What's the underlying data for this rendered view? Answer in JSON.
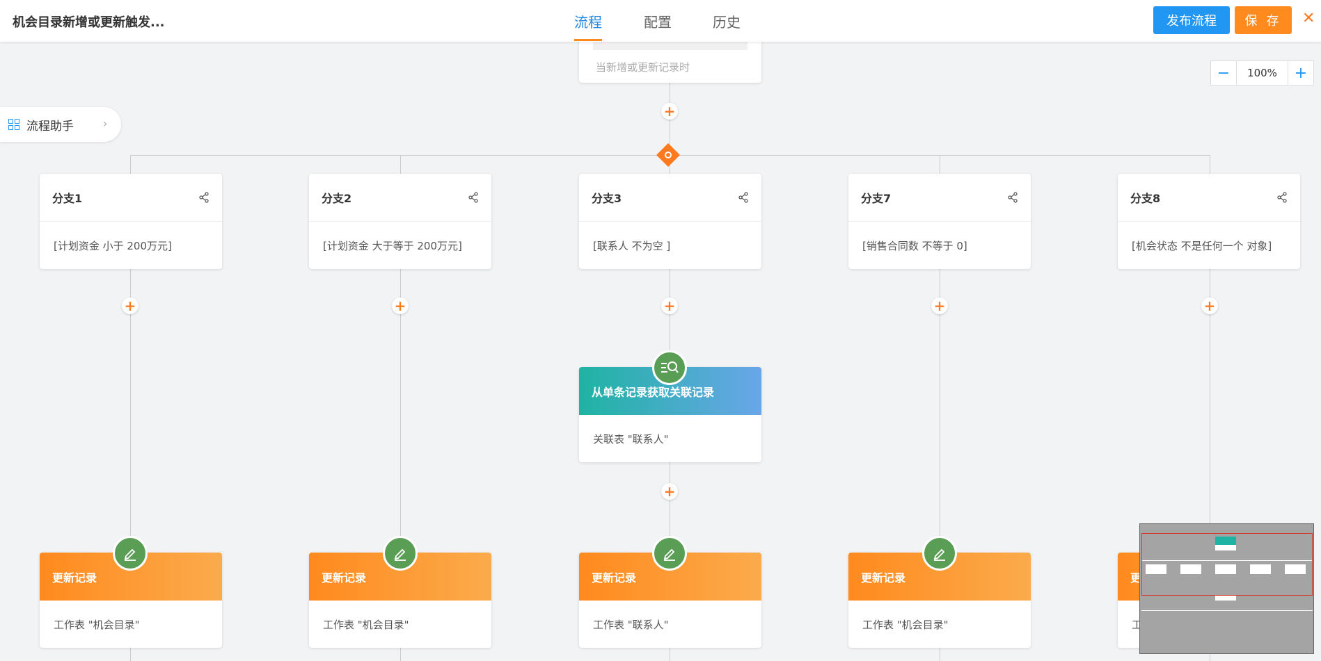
{
  "header": {
    "title": "机会目录新增或更新触发...",
    "tabs": [
      {
        "label": "流程",
        "active": true
      },
      {
        "label": "配置",
        "active": false
      },
      {
        "label": "历史",
        "active": false
      }
    ],
    "publish_label": "发布流程",
    "save_label": "保 存",
    "close_icon": "close-icon"
  },
  "zoom": {
    "minus": "−",
    "value": "100%",
    "plus": "+"
  },
  "assistant": {
    "label": "流程助手"
  },
  "trigger": {
    "subtitle": "当新增或更新记录时"
  },
  "branches": [
    {
      "title": "分支1",
      "condition": "[计划资金 小于 200万元]"
    },
    {
      "title": "分支2",
      "condition": "[计划资金 大于等于 200万元]"
    },
    {
      "title": "分支3",
      "condition": "[联系人 不为空 ]"
    },
    {
      "title": "分支7",
      "condition": "[销售合同数 不等于 0]"
    },
    {
      "title": "分支8",
      "condition": "[机会状态 不是任何一个 对象]"
    }
  ],
  "lookup_node": {
    "title": "从单条记录获取关联记录",
    "body": "关联表 \"联系人\""
  },
  "update_nodes": [
    {
      "title": "更新记录",
      "body": "工作表 \"机会目录\""
    },
    {
      "title": "更新记录",
      "body": "工作表 \"机会目录\""
    },
    {
      "title": "更新记录",
      "body": "工作表 \"联系人\""
    },
    {
      "title": "更新记录",
      "body": "工作表 \"机会目录\""
    },
    {
      "title": "更",
      "body": "工"
    }
  ],
  "colors": {
    "accent_blue": "#2196f3",
    "accent_orange": "#ff8a1e",
    "node_green": "#5a9e55"
  }
}
